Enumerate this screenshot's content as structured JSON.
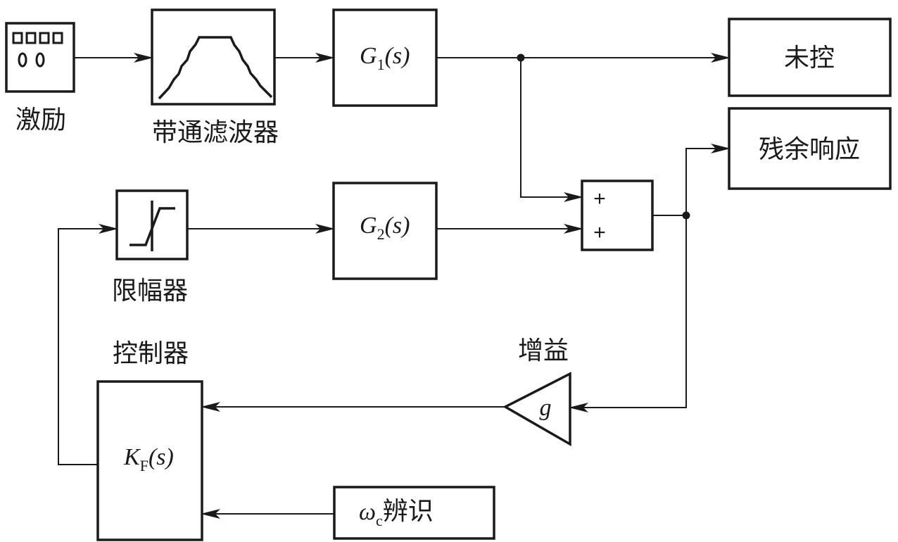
{
  "labels": {
    "excitation": "激励",
    "bandpass_filter": "带通滤波器",
    "limiter": "限幅器",
    "controller": "控制器",
    "gain": "增益",
    "uncontrolled": "未控",
    "residual_response": "残余响应"
  },
  "blocks": {
    "g1": {
      "main": "G",
      "sub": "1",
      "arg": "(s)"
    },
    "g2": {
      "main": "G",
      "sub": "2",
      "arg": "(s)"
    },
    "kf": {
      "main": "K",
      "sub": "F",
      "arg": "(s)"
    },
    "gain": {
      "symbol": "g"
    },
    "omega_id": {
      "main": "ω",
      "sub": "c",
      "suffix": "辨识"
    }
  },
  "summer": {
    "sign_top": "+",
    "sign_bottom": "+"
  }
}
